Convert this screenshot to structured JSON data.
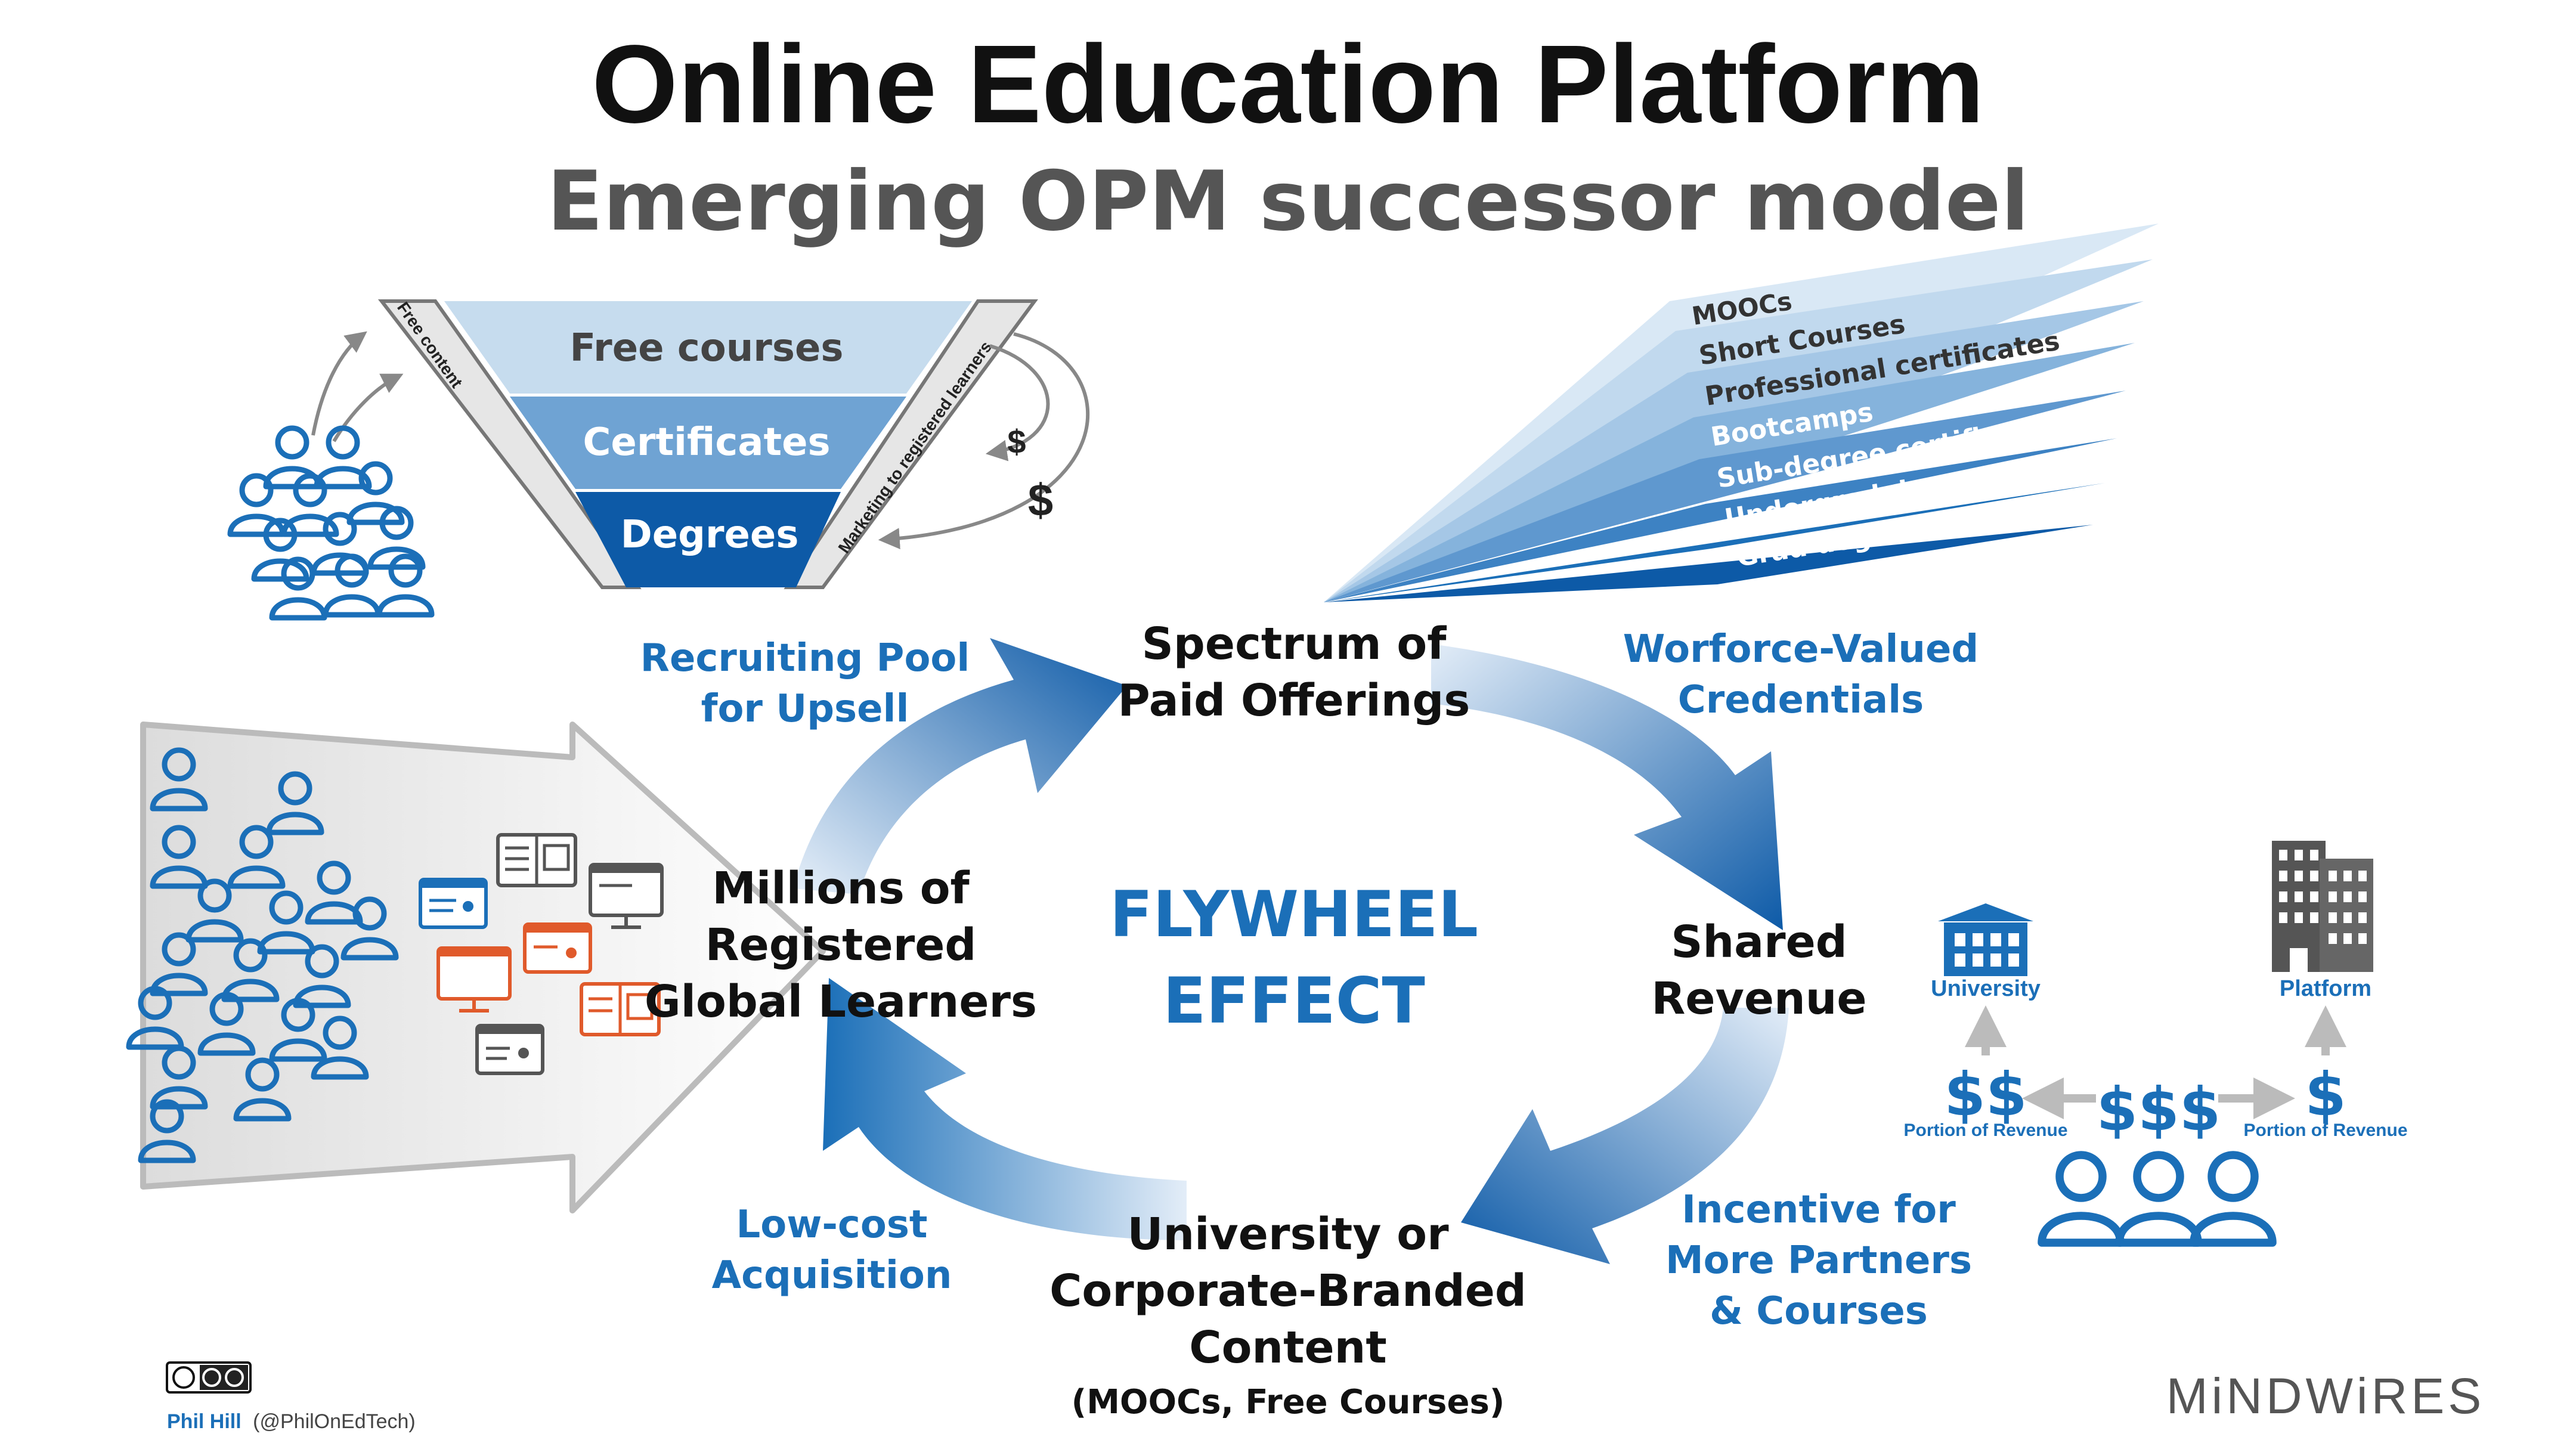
{
  "title": "Online Education Platform",
  "subtitle": "Emerging OPM successor model",
  "colors": {
    "brand_blue": "#1b6fb8",
    "dark_blue": "#0d5aa7",
    "light_blue": "#bcd7ee",
    "orange": "#e05a2b",
    "gray": "#888888",
    "black": "#111111"
  },
  "funnel": {
    "side_left": "Free content",
    "side_right": "Marketing to registered learners",
    "levels": [
      "Free courses",
      "Certificates",
      "Degrees"
    ],
    "money_small": "$",
    "money_large": "$"
  },
  "spectrum": {
    "items": [
      "MOOCs",
      "Short Courses",
      "Professional certificates",
      "Bootcamps",
      "Sub-degree certificate stacks",
      "Undergrad degrees",
      "Grad degrees"
    ]
  },
  "flywheel": {
    "center_line1": "FLYWHEEL",
    "center_line2": "EFFECT",
    "node_top": [
      "Spectrum of",
      "Paid Offerings"
    ],
    "node_left": [
      "Millions of",
      "Registered",
      "Global Learners"
    ],
    "node_right": [
      "Shared",
      "Revenue"
    ],
    "node_bottom": [
      "University or",
      "Corporate-Branded",
      "Content"
    ],
    "node_bottom_sub": "(MOOCs, Free Courses)",
    "label_top_left": [
      "Recruiting Pool",
      "for Upsell"
    ],
    "label_top_right": [
      "Worforce-Valued",
      "Credentials"
    ],
    "label_bottom_left": [
      "Low-cost",
      "Acquisition"
    ],
    "label_bottom_right": [
      "Incentive for",
      "More Partners",
      "& Courses"
    ]
  },
  "revenue": {
    "university_label": "University",
    "platform_label": "Platform",
    "university_share": "$$",
    "total": "$$$",
    "platform_share": "$",
    "university_caption": "Portion of Revenue",
    "platform_caption": "Portion of Revenue"
  },
  "footer": {
    "author": "Phil Hill",
    "handle": "(@PhilOnEdTech)",
    "logo": "MiNDWiRES"
  }
}
